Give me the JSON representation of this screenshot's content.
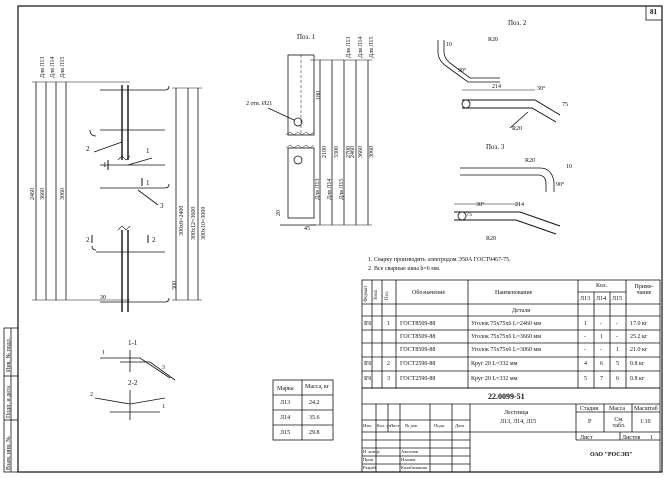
{
  "page_number": "81",
  "side_stamp": [
    "Инв. № подл.",
    "Подп. и дата",
    "Взам. инв. №"
  ],
  "left_drawing": {
    "labels_top": [
      "Для Л13",
      "Для Л14",
      "Для Л15"
    ],
    "dims_left": [
      "2460",
      "3660",
      "3060"
    ],
    "dims_right": [
      "300х8=2400",
      "300х12=3600",
      "300х10=3000"
    ],
    "section_marks": [
      "1",
      "1",
      "2",
      "2",
      "1",
      "3",
      "2"
    ],
    "dim_300": "300",
    "dim_30": "30"
  },
  "pos1": {
    "title": "Поз. 1",
    "labels_top": [
      "Для Л13",
      "Для Л14",
      "Для Л15"
    ],
    "labels_mid": [
      "Для Л13",
      "Для Л14",
      "Для Л15"
    ],
    "holes": "2 отв. Ø21",
    "dim_180": "180",
    "dims_long": [
      "2100",
      "3300",
      "2700",
      "2460",
      "3660",
      "3060"
    ],
    "dim_20": "20",
    "dim_45": "45"
  },
  "pos2": {
    "title": "Поз. 2",
    "r1": "R20",
    "d10": "10",
    "a90": "90°",
    "d214": "214",
    "a30": "30°",
    "d75": "75",
    "r2": "R20"
  },
  "pos3": {
    "title": "Поз. 3",
    "r1": "R20",
    "d10": "10",
    "a90": "90°",
    "d214": "214",
    "d75": "75",
    "a30": "30°",
    "r2": "R20"
  },
  "sections": {
    "s11": "1-1",
    "s22": "2-2",
    "marks": [
      "1",
      "3",
      "2",
      "1"
    ]
  },
  "notes": [
    "1. Сварку производить электродом Э50А ГОСТ9467-75.",
    "2. Все сварные швы h=6 мм."
  ],
  "mass_table": {
    "headers": [
      "Марка",
      "Масса, кг"
    ],
    "rows": [
      [
        "Л13",
        "24.2"
      ],
      [
        "Л14",
        "35.6"
      ],
      [
        "Л15",
        "29.8"
      ]
    ]
  },
  "spec": {
    "headers": {
      "format": "Формат",
      "zone": "Зона",
      "pos": "Поз.",
      "designation": "Обозначение",
      "name": "Наименование",
      "qty": "Кол.",
      "l13": "Л13",
      "l14": "Л14",
      "l15": "Л15",
      "note": "Приме-чание"
    },
    "section": "Детали",
    "rows": [
      {
        "format": "БЧ",
        "pos": "1",
        "designation": "ГОСТ8509-88",
        "name": "Уголок 75х75х6 L=2460 мм",
        "l13": "1",
        "l14": "-",
        "l15": "-",
        "note": "17.0 кг"
      },
      {
        "format": "",
        "pos": "",
        "designation": "ГОСТ8509-88",
        "name": "Уголок 75х75х6 L=3660 мм",
        "l13": "-",
        "l14": "1",
        "l15": "-",
        "note": "25.2 кг"
      },
      {
        "format": "",
        "pos": "",
        "designation": "ГОСТ8509-88",
        "name": "Уголок 75х75х6 L=3060 мм",
        "l13": "-",
        "l14": "-",
        "l15": "1",
        "note": "21.0 кг"
      },
      {
        "format": "БЧ",
        "pos": "2",
        "designation": "ГОСТ2590-88",
        "name": "Круг 20 L=332 мм",
        "l13": "4",
        "l14": "6",
        "l15": "5",
        "note": "0.8 кг"
      },
      {
        "format": "БЧ",
        "pos": "3",
        "designation": "ГОСТ2590-88",
        "name": "Круг 20 L=332 мм",
        "l13": "5",
        "l14": "7",
        "l15": "6",
        "note": "0.8 кг"
      }
    ]
  },
  "title_block": {
    "code": "22.0099-51",
    "cols": [
      "Изм.",
      "Кол. уч",
      "Лист",
      "№ док",
      "Подп.",
      "Дата"
    ],
    "roles": [
      "Н. контр.",
      "Пров.",
      "Разраб."
    ],
    "names": [
      "Ажгонов",
      "Ильина",
      "Калабашкина"
    ],
    "title": [
      "Лестница",
      "Л13, Л14, Л15"
    ],
    "stage_h": "Стадия",
    "mass_h": "Масса",
    "scale_h": "Масштаб",
    "stage": "Р",
    "mass": "См. табл.",
    "scale": "1:10",
    "sheet_label": "Лист",
    "sheets_label": "Листов",
    "sheets": "1",
    "org": "ОАО \"РОСЭП\""
  }
}
